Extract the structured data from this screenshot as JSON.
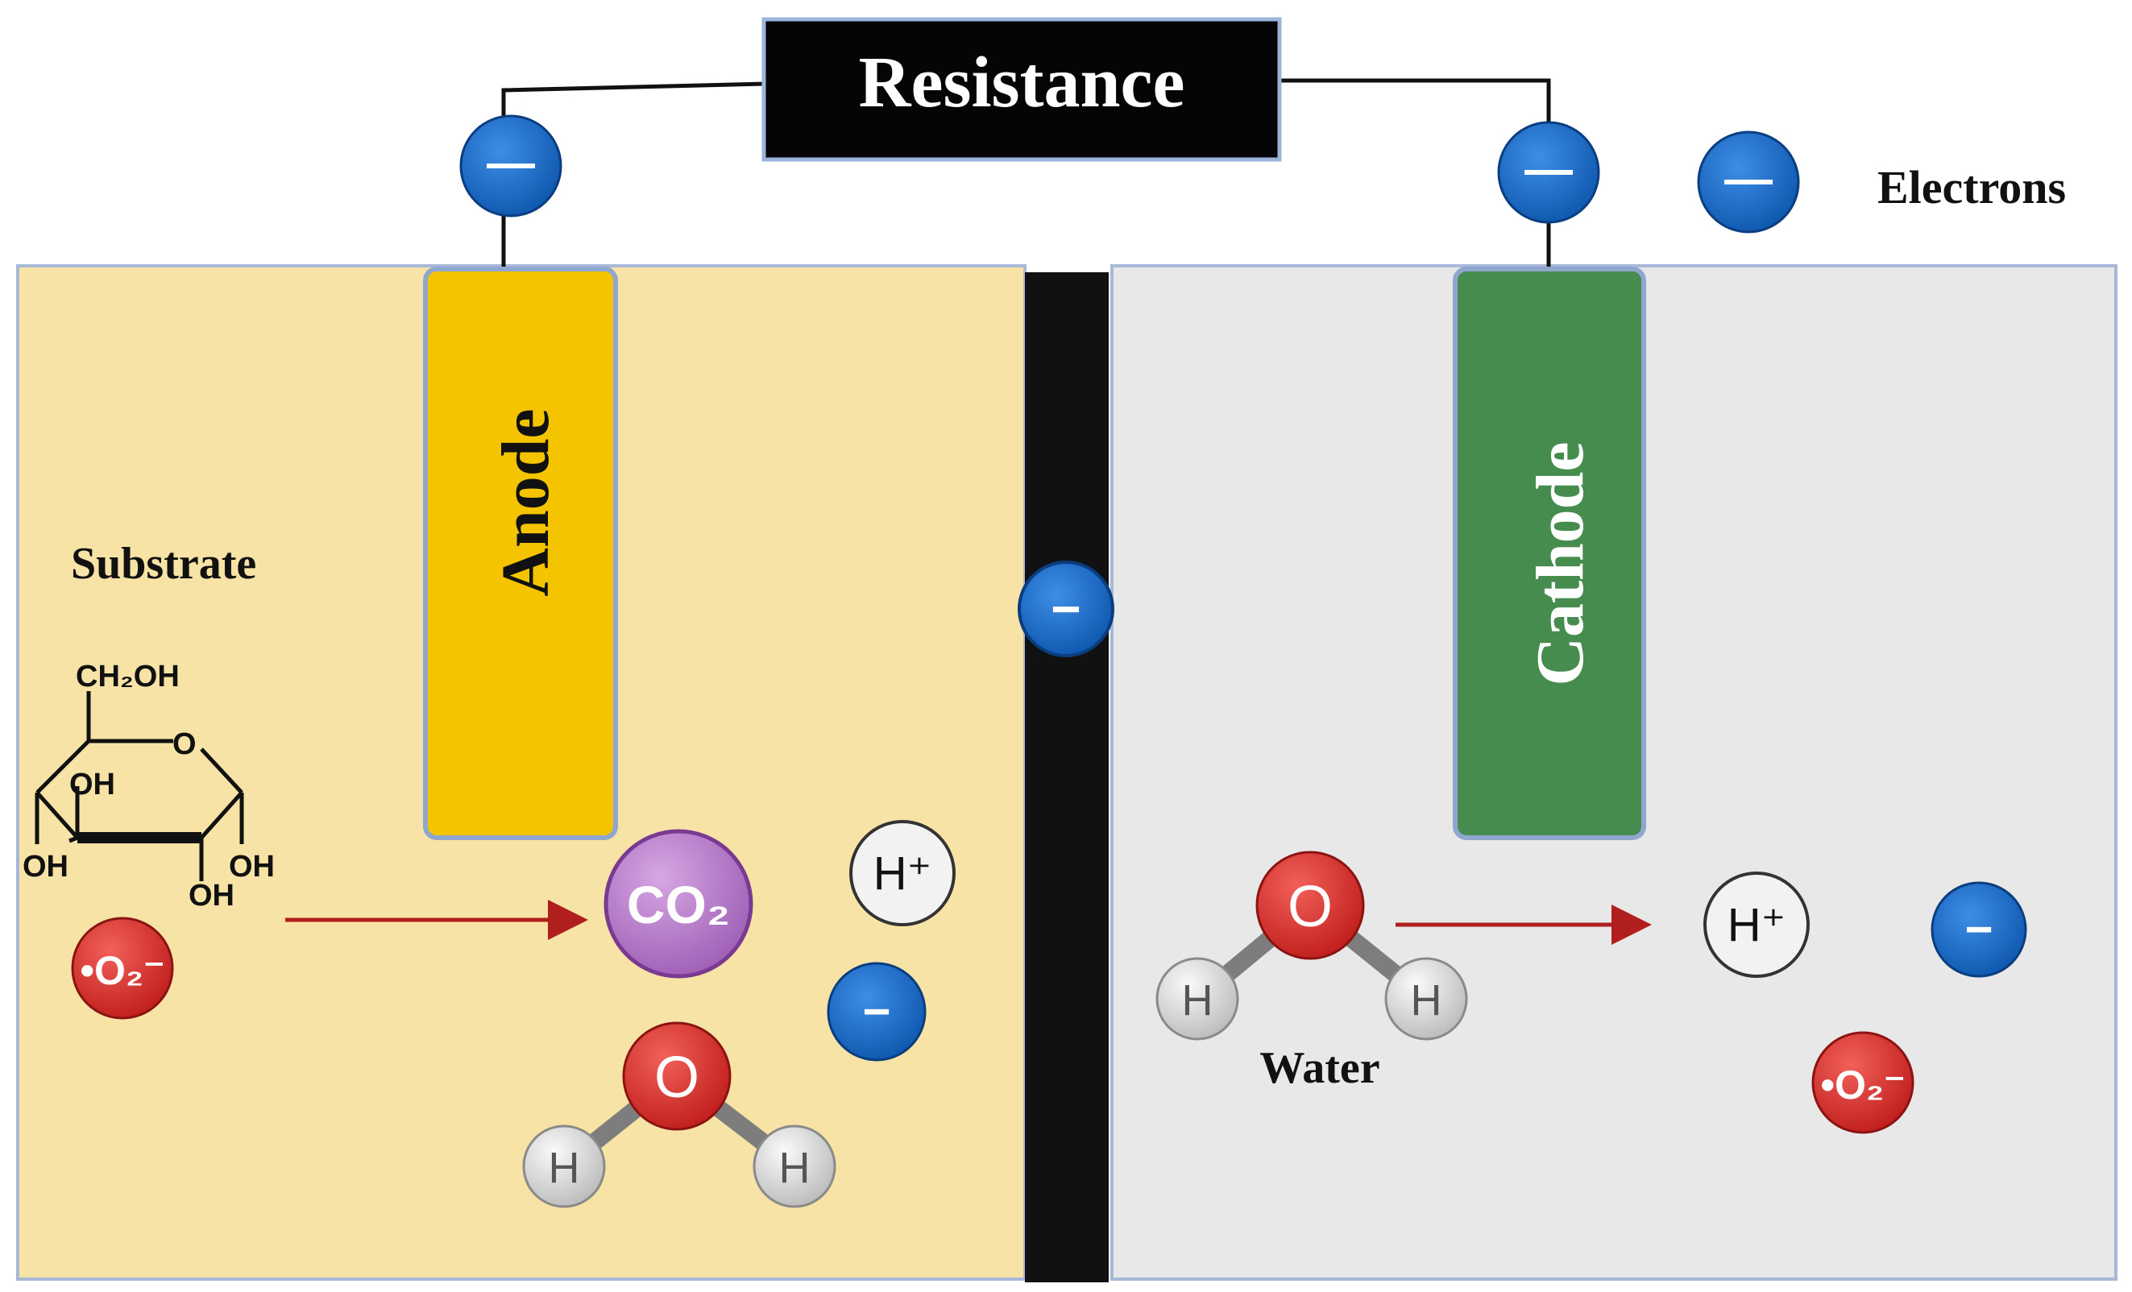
{
  "resistance": {
    "label": "Resistance"
  },
  "legend": {
    "electrons_label": "Electrons",
    "electron_symbol": "—"
  },
  "anode": {
    "label": "Anode"
  },
  "cathode": {
    "label": "Cathode"
  },
  "substrate": {
    "label": "Substrate",
    "glucose": {
      "ch2oh": "CH₂OH",
      "ring_o": "O",
      "oh_1": "OH",
      "oh_2": "OH",
      "oh_3": "OH",
      "oh_4": "OH"
    }
  },
  "membrane": {
    "electron_symbol": "−"
  },
  "anode_chamber": {
    "co2": "CO₂",
    "proton": "H⁺",
    "electron": "−",
    "superoxide": "•O₂⁻",
    "water": {
      "o": "O",
      "h1": "H",
      "h2": "H"
    }
  },
  "cathode_chamber": {
    "water_label": "Water",
    "water": {
      "o": "O",
      "h1": "H",
      "h2": "H"
    },
    "proton": "H⁺",
    "electron": "−",
    "superoxide": "•O₂⁻"
  },
  "wire_electrons": {
    "left": "—",
    "right": "—"
  },
  "colors": {
    "anode_chamber_bg": "#F8E3A6",
    "cathode_chamber_bg": "#E8E8E8",
    "anode": "#F4C400",
    "cathode": "#478C4F",
    "membrane": "#111111",
    "electron": "#1569C7",
    "oxygen": "#D9302C",
    "co2": "#B27BC6",
    "arrow": "#B01E1E",
    "chamber_border": "#A8B8D8"
  }
}
